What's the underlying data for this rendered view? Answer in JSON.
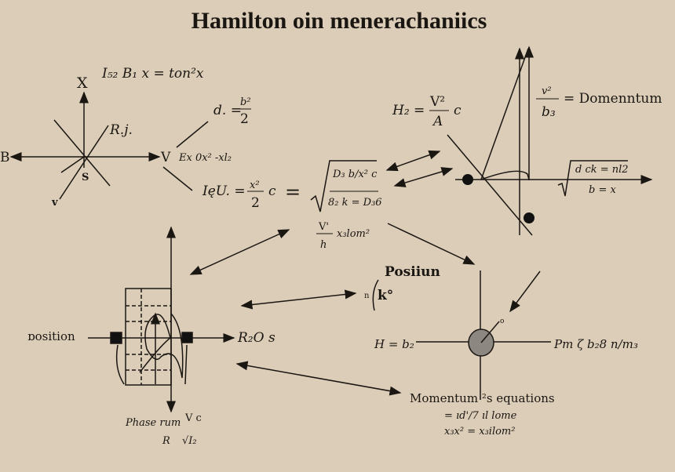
{
  "title": "Hamilton  oin menerachaniics",
  "axes_left": {
    "header_eq": "I₅₂ B₁  x = ton²x",
    "label_x": "X",
    "label_b": "B",
    "label_v_right": "V",
    "label_s": "S",
    "label_v": "v",
    "label_rj": "R.j."
  },
  "eq_d": {
    "lhs": "d. =",
    "num": "b²",
    "den": "2"
  },
  "eq_ex": "Ex  0x² -xl₂",
  "eq_main": {
    "lhs": "IęU. =",
    "num": "x²",
    "den": "2",
    "c": "c",
    "eq": "=",
    "root_num": "D₃ b/x² c",
    "root_den": "8₂ k = D₃6"
  },
  "eq_v": {
    "num": "V'",
    "den": "h",
    "rest": "x₃lom²"
  },
  "eq_h2": {
    "lhs": "H₂ =",
    "num": "V²",
    "den": "A",
    "c": "c"
  },
  "eq_momentum": {
    "num": "v²",
    "den": "b₃",
    "rhs": "= Domenntum"
  },
  "eq_root_right": {
    "num": "d ck = nl2",
    "den": "b = x"
  },
  "position_label": {
    "title": "Posiiun",
    "n": "n",
    "k": "k°"
  },
  "phase": {
    "position": "ɒosition",
    "r2os": "R₂O s",
    "caption1": "Phase rum",
    "caption_v": "V c",
    "caption2": "R",
    "caption_root": "√I₂"
  },
  "circle_plot": {
    "left": "H = b₂",
    "right": "Pm ζ b₂8  n/m₃",
    "small": "o"
  },
  "momentum_eqs": {
    "title": "Momentum ²s equations",
    "line1": "= ıd'/7 ıl lome",
    "line2": "x₃x² = x₃ilom²"
  }
}
